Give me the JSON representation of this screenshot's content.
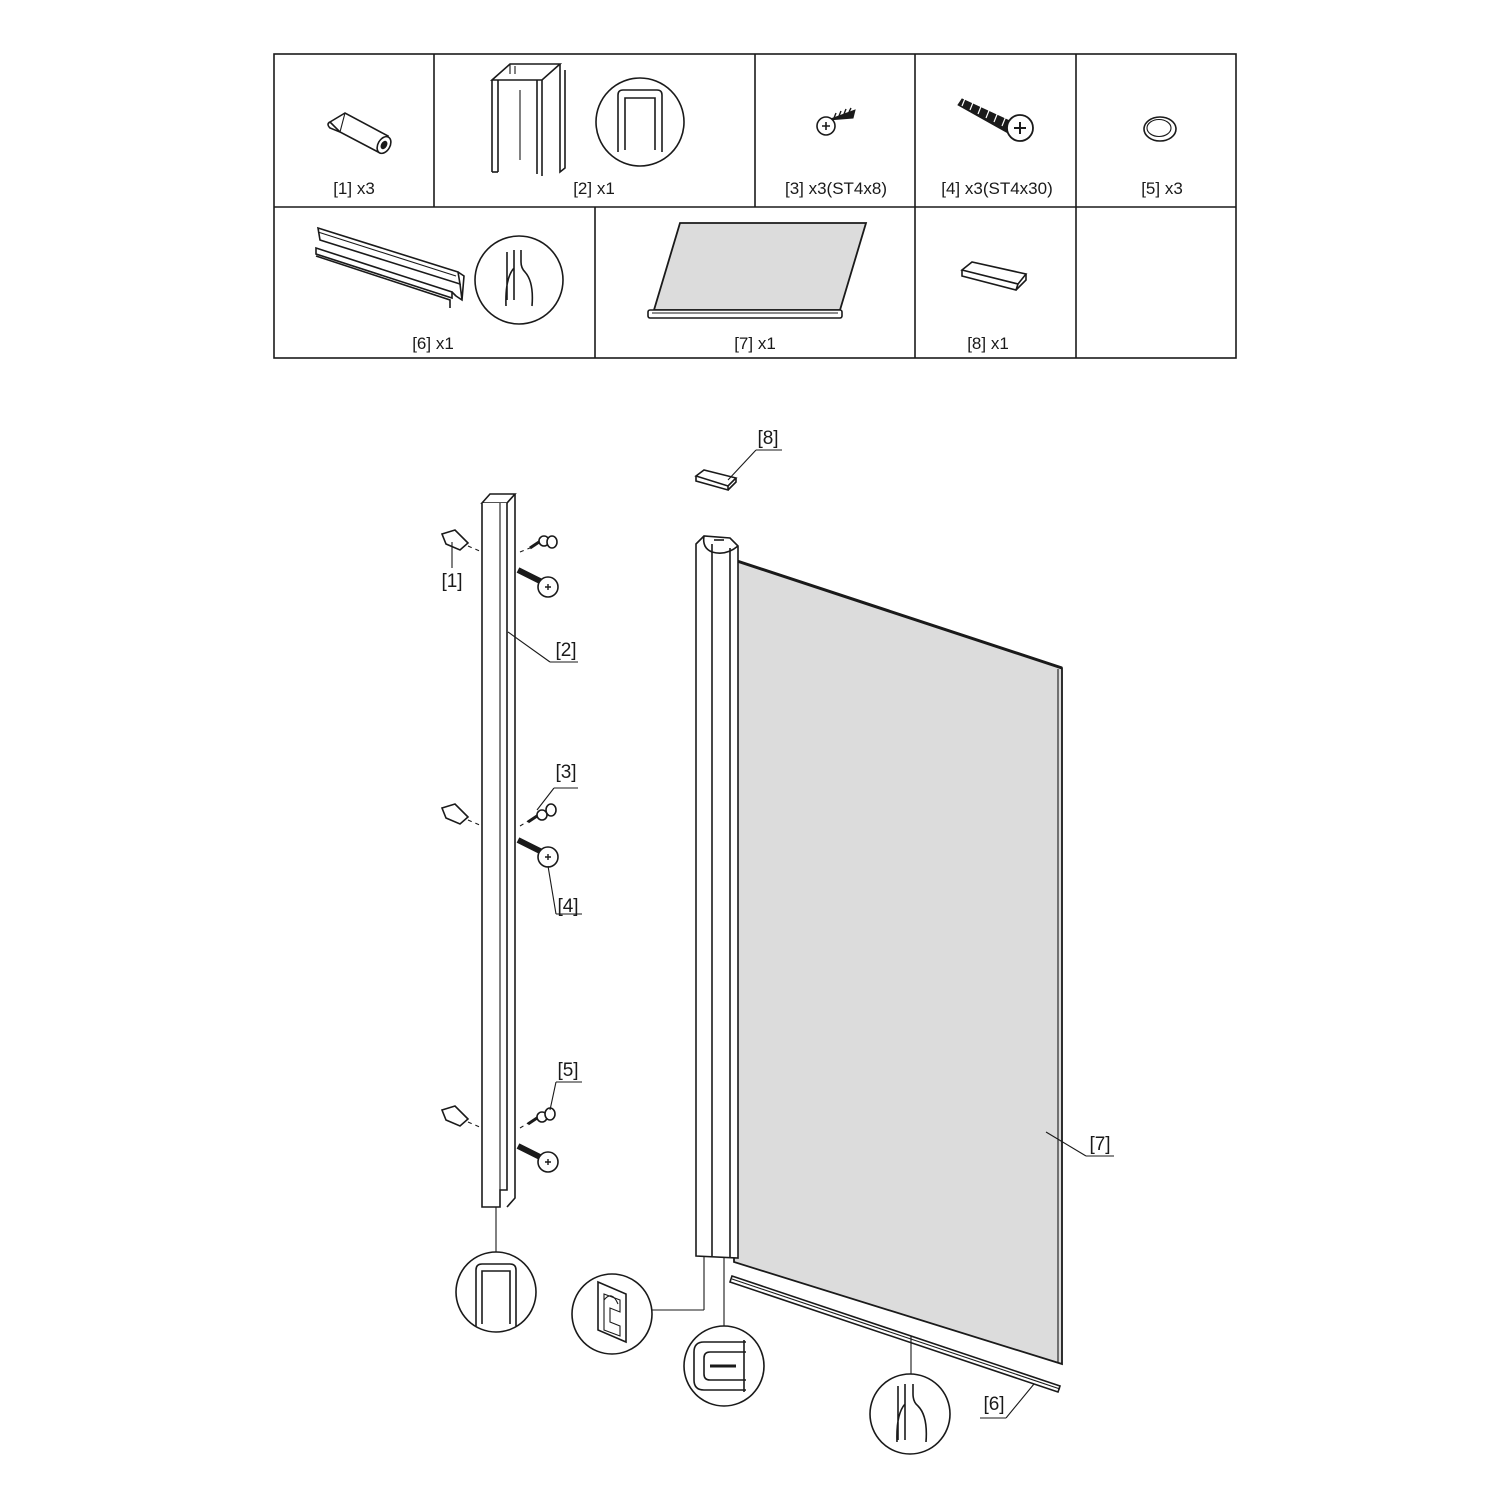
{
  "parts_table": {
    "cells": [
      {
        "id": "1",
        "caption": "[1] x3"
      },
      {
        "id": "2",
        "caption": "[2] x1"
      },
      {
        "id": "3",
        "caption": "[3] x3(ST4x8)"
      },
      {
        "id": "4",
        "caption": "[4] x3(ST4x30)"
      },
      {
        "id": "5",
        "caption": "[5] x3"
      },
      {
        "id": "6",
        "caption": "[6] x1"
      },
      {
        "id": "7",
        "caption": "[7] x1"
      },
      {
        "id": "8",
        "caption": "[8] x1"
      }
    ]
  },
  "callouts": {
    "c1": "[1]",
    "c2": "[2]",
    "c3": "[3]",
    "c4": "[4]",
    "c5": "[5]",
    "c6": "[6]",
    "c7": "[7]",
    "c8": "[8]"
  },
  "icons": [
    "wall-plug-icon",
    "wall-profile-icon",
    "short-screw-icon",
    "long-screw-icon",
    "screw-cap-icon",
    "bottom-seal-icon",
    "glass-panel-icon",
    "end-cap-icon"
  ],
  "colors": {
    "ink": "#1a1a1a",
    "glass": "#dcdcdc",
    "background": "#ffffff"
  }
}
